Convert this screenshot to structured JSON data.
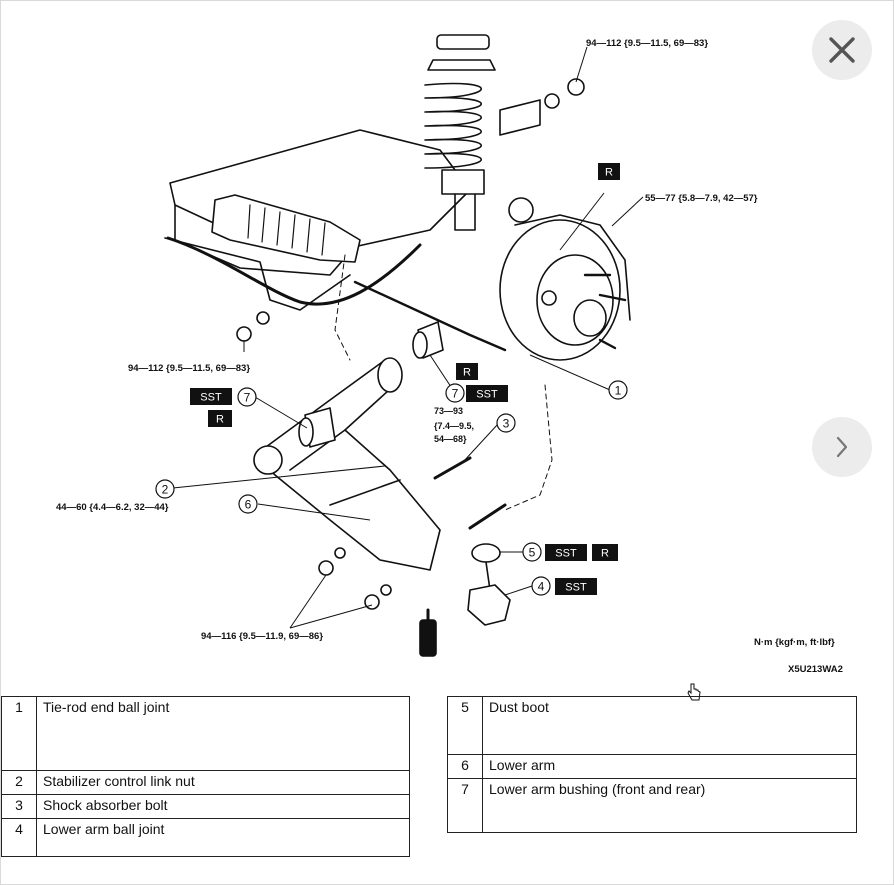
{
  "diagram": {
    "torque_labels": {
      "top_nut": "94—112 {9.5—11.5, 69—83}",
      "hub_nut": "55—77 {5.8—7.9, 42—57}",
      "left_nut": "94—112 {9.5—11.5, 69—83}",
      "shock_bolt_l1": "73—93",
      "shock_bolt_l2": "{7.4—9.5,",
      "shock_bolt_l3": "54—68}",
      "link_nut": "44—60 {4.4—6.2, 32—44}",
      "lower_nuts": "94—116 {9.5—11.9, 69—86}"
    },
    "callouts": [
      "1",
      "2",
      "3",
      "4",
      "5",
      "6",
      "7",
      "7"
    ],
    "badges": {
      "r": "R",
      "sst": "SST"
    },
    "units": "N·m {kgf·m, ft·lbf}",
    "figure_code": "X5U213WA2"
  },
  "controls": {
    "close_icon": "close-icon",
    "next_icon": "chevron-right-icon"
  },
  "legend_left": [
    {
      "num": "1",
      "desc": "Tie-rod end ball joint"
    },
    {
      "num": "2",
      "desc": "Stabilizer control link nut"
    },
    {
      "num": "3",
      "desc": "Shock absorber bolt"
    },
    {
      "num": "4",
      "desc": "Lower arm ball joint"
    }
  ],
  "legend_right": [
    {
      "num": "5",
      "desc": "Dust boot"
    },
    {
      "num": "6",
      "desc": "Lower arm"
    },
    {
      "num": "7",
      "desc": "Lower arm bushing (front and rear)"
    }
  ]
}
